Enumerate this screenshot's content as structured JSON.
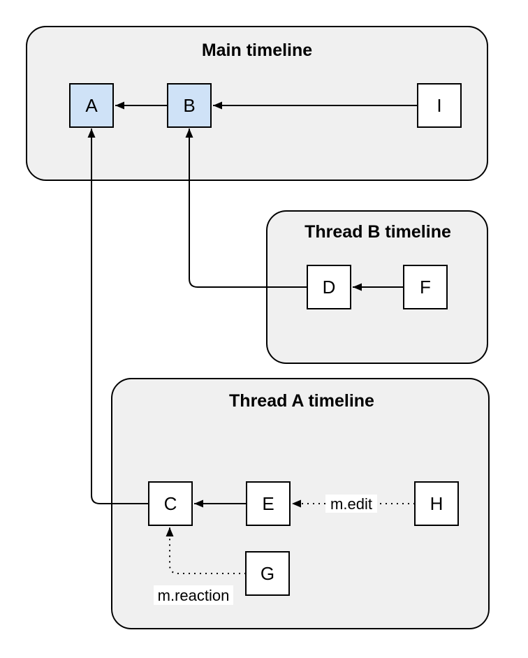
{
  "diagram": {
    "containers": [
      {
        "id": "main-timeline",
        "title": "Main timeline"
      },
      {
        "id": "thread-b-timeline",
        "title": "Thread B timeline"
      },
      {
        "id": "thread-a-timeline",
        "title": "Thread A timeline"
      }
    ],
    "nodes": [
      {
        "id": "A",
        "label": "A",
        "timeline": "main-timeline",
        "highlighted": true
      },
      {
        "id": "B",
        "label": "B",
        "timeline": "main-timeline",
        "highlighted": true
      },
      {
        "id": "I",
        "label": "I",
        "timeline": "main-timeline",
        "highlighted": false
      },
      {
        "id": "D",
        "label": "D",
        "timeline": "thread-b-timeline",
        "highlighted": false
      },
      {
        "id": "F",
        "label": "F",
        "timeline": "thread-b-timeline",
        "highlighted": false
      },
      {
        "id": "C",
        "label": "C",
        "timeline": "thread-a-timeline",
        "highlighted": false
      },
      {
        "id": "E",
        "label": "E",
        "timeline": "thread-a-timeline",
        "highlighted": false
      },
      {
        "id": "H",
        "label": "H",
        "timeline": "thread-a-timeline",
        "highlighted": false
      },
      {
        "id": "G",
        "label": "G",
        "timeline": "thread-a-timeline",
        "highlighted": false
      }
    ],
    "edges": [
      {
        "from": "B",
        "to": "A",
        "style": "solid",
        "label": ""
      },
      {
        "from": "I",
        "to": "B",
        "style": "solid",
        "label": ""
      },
      {
        "from": "F",
        "to": "D",
        "style": "solid",
        "label": ""
      },
      {
        "from": "E",
        "to": "C",
        "style": "solid",
        "label": ""
      },
      {
        "from": "H",
        "to": "E",
        "style": "dotted",
        "label": "m.edit"
      },
      {
        "from": "C",
        "to": "A",
        "style": "solid",
        "label": ""
      },
      {
        "from": "D",
        "to": "B",
        "style": "solid",
        "label": ""
      },
      {
        "from": "G",
        "to": "C",
        "style": "dotted",
        "label": "m.reaction"
      }
    ],
    "colors": {
      "page_bg": "#ffffff",
      "container_fill": "#f0f0f0",
      "container_stroke": "#000000",
      "node_blue": "#cfe2f7",
      "node_white": "#ffffff",
      "node_stroke": "#000000",
      "edge_stroke": "#000000",
      "label_bg": "#ffffff",
      "text": "#000000"
    }
  }
}
